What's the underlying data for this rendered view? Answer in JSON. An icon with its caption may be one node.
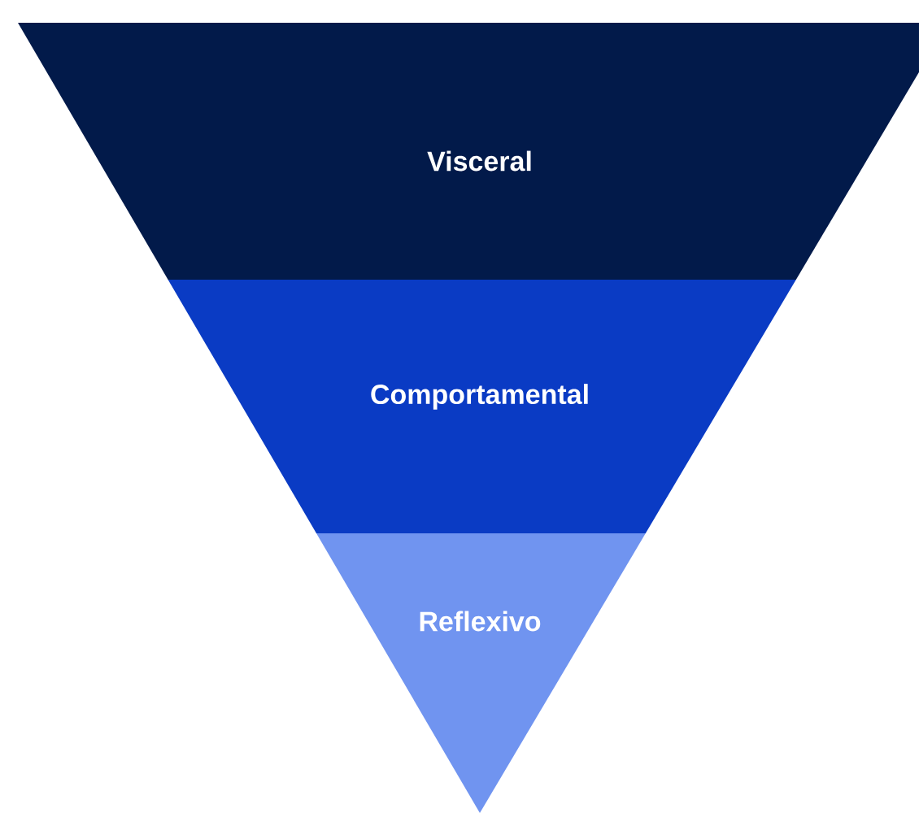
{
  "diagram": {
    "nodes": [
      {
        "text": [
          "Visceral"
        ]
      },
      {
        "text": [
          "Comportamental"
        ]
      },
      {
        "text": [
          "Reflexivo"
        ]
      }
    ]
  }
}
